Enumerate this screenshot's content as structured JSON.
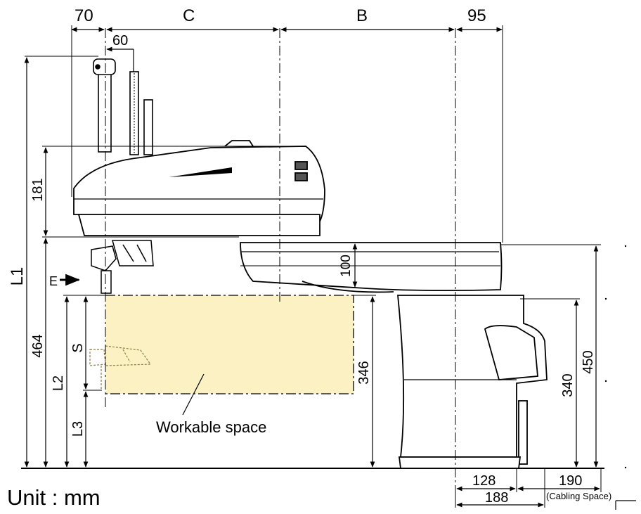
{
  "dimensions": {
    "top_70": "70",
    "top_c": "C",
    "top_b": "B",
    "top_95": "95",
    "tool_60": "60",
    "left_l1": "L1",
    "left_181": "181",
    "left_464": "464",
    "left_l2": "L2",
    "left_l3": "L3",
    "left_s": "S",
    "arm_100": "100",
    "space_346": "346",
    "base_340": "340",
    "base_450": "450",
    "bottom_128": "128",
    "bottom_190": "190",
    "bottom_188": "188",
    "cabling_space": "(Cabling Space)"
  },
  "labels": {
    "e_arrow": "E",
    "workable_space": "Workable space",
    "unit": "Unit : mm"
  },
  "colors": {
    "workable_fill": "#fbf1c3",
    "stroke": "#000000"
  }
}
